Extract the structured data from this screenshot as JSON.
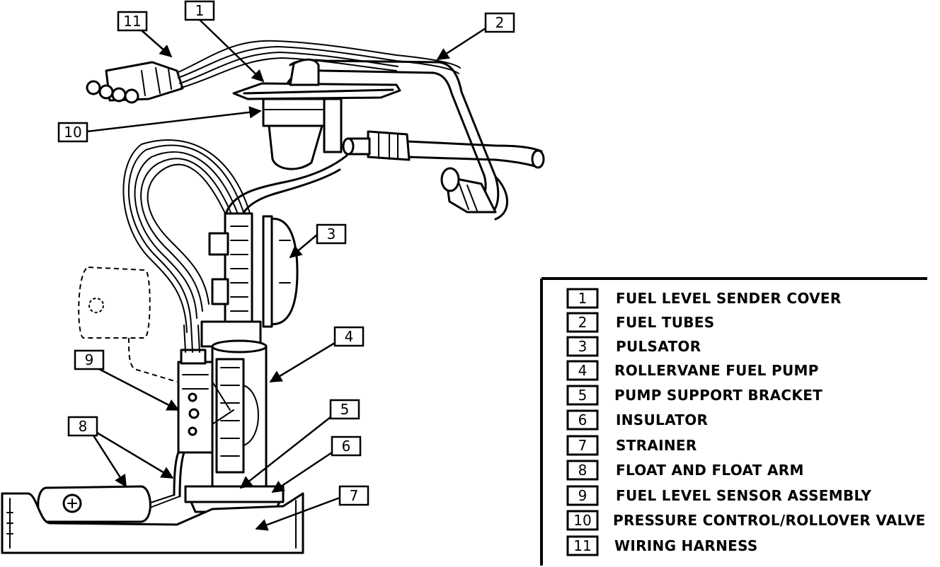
{
  "callouts": [
    {
      "num": "1"
    },
    {
      "num": "2"
    },
    {
      "num": "3"
    },
    {
      "num": "4"
    },
    {
      "num": "5"
    },
    {
      "num": "6"
    },
    {
      "num": "7"
    },
    {
      "num": "8"
    },
    {
      "num": "9"
    },
    {
      "num": "10"
    },
    {
      "num": "11"
    }
  ],
  "legend": [
    {
      "num": "1",
      "label": "FUEL LEVEL SENDER COVER"
    },
    {
      "num": "2",
      "label": "FUEL TUBES"
    },
    {
      "num": "3",
      "label": "PULSATOR"
    },
    {
      "num": "4",
      "label": "ROLLERVANE FUEL PUMP"
    },
    {
      "num": "5",
      "label": "PUMP SUPPORT BRACKET"
    },
    {
      "num": "6",
      "label": "INSULATOR"
    },
    {
      "num": "7",
      "label": "STRAINER"
    },
    {
      "num": "8",
      "label": "FLOAT AND FLOAT ARM"
    },
    {
      "num": "9",
      "label": "FUEL LEVEL SENSOR ASSEMBLY"
    },
    {
      "num": "10",
      "label": "PRESSURE CONTROL/ROLLOVER VALVE"
    },
    {
      "num": "11",
      "label": "WIRING HARNESS"
    }
  ]
}
